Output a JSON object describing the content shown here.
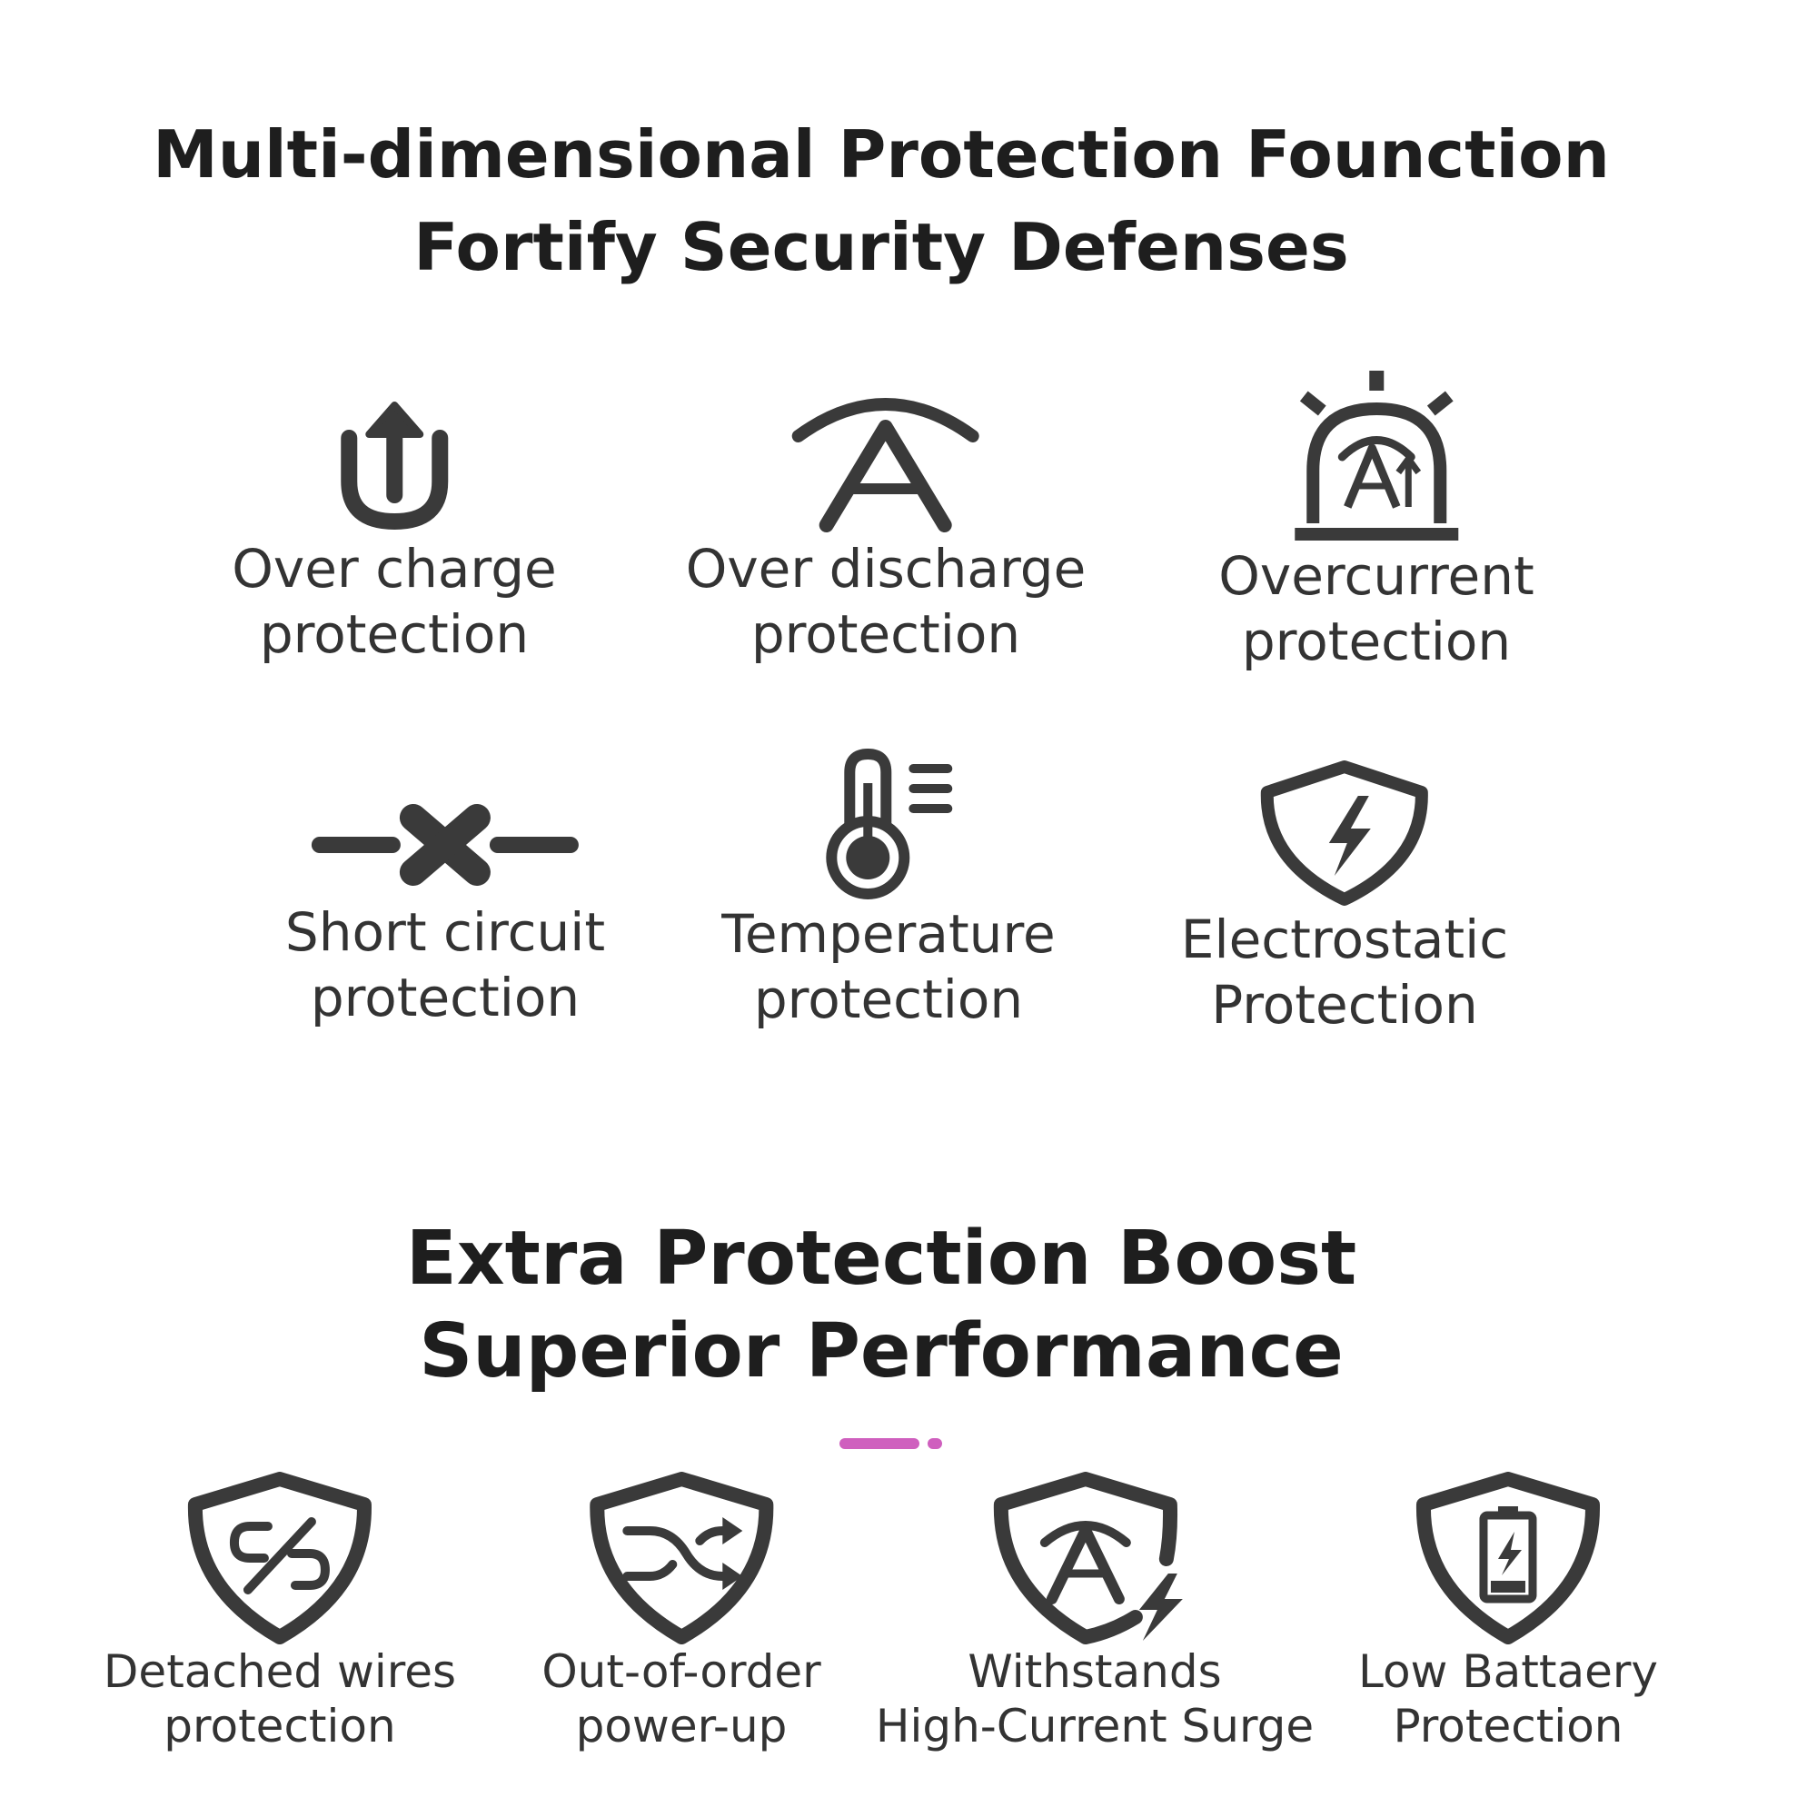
{
  "section1": {
    "title_line1": "Multi-dimensional Protection Founction",
    "title_line2": "Fortify Security Defenses",
    "items": [
      {
        "icon": "over-charge-icon",
        "line1": "Over charge",
        "line2": "protection"
      },
      {
        "icon": "over-discharge-icon",
        "line1": "Over discharge",
        "line2": "protection"
      },
      {
        "icon": "alarm-light-icon",
        "line1": "Overcurrent",
        "line2": "protection"
      },
      {
        "icon": "short-circuit-icon",
        "line1": "Short circuit",
        "line2": "protection"
      },
      {
        "icon": "thermometer-icon",
        "line1": "Temperature",
        "line2": "protection"
      },
      {
        "icon": "shield-lightning-icon",
        "line1": "Electrostatic",
        "line2": "Protection"
      }
    ]
  },
  "section2": {
    "title_line1": "Extra Protection Boost",
    "title_line2": "Superior Performance",
    "items": [
      {
        "icon": "shield-detached-link-icon",
        "line1": "Detached wires",
        "line2": "protection"
      },
      {
        "icon": "shield-shuffle-icon",
        "line1": "Out-of-order",
        "line2": "power-up"
      },
      {
        "icon": "shield-surge-icon",
        "line1": "Withstands",
        "line2": "High-Current Surge"
      },
      {
        "icon": "shield-battery-icon",
        "line1": "Low Battaery",
        "line2": "Protection"
      }
    ]
  },
  "colors": {
    "icon": "#3a3a3a",
    "heading": "#1e1e1e",
    "accent": "#cf5fbe"
  }
}
